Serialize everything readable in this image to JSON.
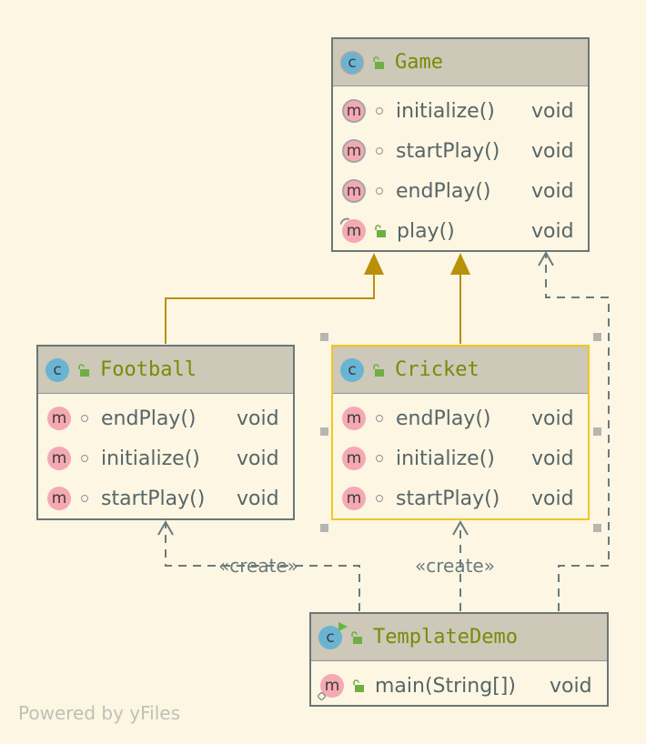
{
  "diagram": {
    "classes": {
      "game": {
        "name": "Game",
        "members": [
          {
            "name": "initialize()",
            "type": "void"
          },
          {
            "name": "startPlay()",
            "type": "void"
          },
          {
            "name": "endPlay()",
            "type": "void"
          },
          {
            "name": "play()",
            "type": "void"
          }
        ]
      },
      "football": {
        "name": "Football",
        "members": [
          {
            "name": "endPlay()",
            "type": "void"
          },
          {
            "name": "initialize()",
            "type": "void"
          },
          {
            "name": "startPlay()",
            "type": "void"
          }
        ]
      },
      "cricket": {
        "name": "Cricket",
        "members": [
          {
            "name": "endPlay()",
            "type": "void"
          },
          {
            "name": "initialize()",
            "type": "void"
          },
          {
            "name": "startPlay()",
            "type": "void"
          }
        ]
      },
      "templatedemo": {
        "name": "TemplateDemo",
        "members": [
          {
            "name": "main(String[])",
            "type": "void"
          }
        ]
      }
    },
    "class_badge": "c",
    "method_badge": "m",
    "edge_labels": {
      "create_football": "«create»",
      "create_cricket": "«create»"
    },
    "colors": {
      "background": "#fdf6e3",
      "header": "#cdc8b8",
      "inheritance_edge": "#b8900a",
      "dependency_edge": "#6b7b7d",
      "selected_border": "#f3c623",
      "class_name": "#7a8a06"
    },
    "watermark": "Powered by yFiles"
  }
}
